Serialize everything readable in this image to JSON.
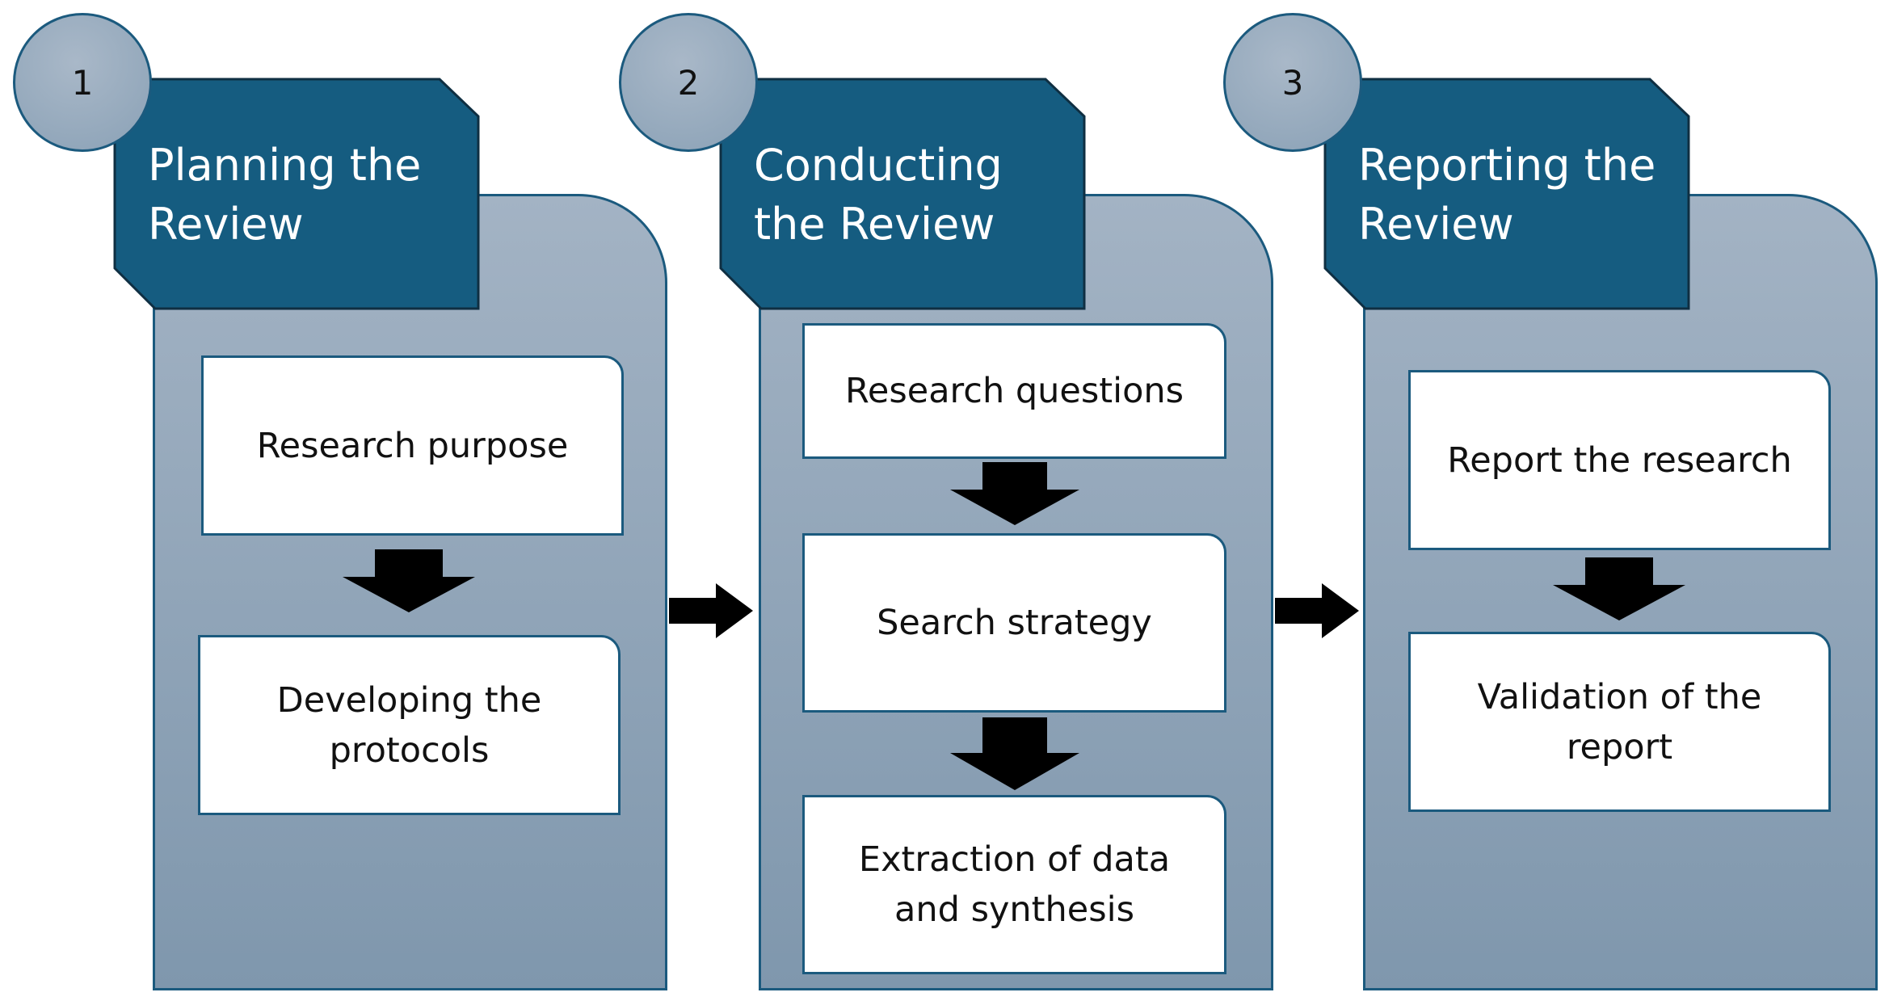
{
  "colors": {
    "header_fill": "#155c80",
    "header_border": "#0f2f42",
    "panel_top": "#a3b3c4",
    "panel_bottom": "#7f97ad",
    "box_border": "#1b5a7e",
    "arrow": "#000000"
  },
  "phases": [
    {
      "number": "1",
      "title": "Planning the\nReview",
      "steps": [
        "Research purpose",
        "Developing the\nprotocols"
      ]
    },
    {
      "number": "2",
      "title": "Conducting\nthe Review",
      "steps": [
        "Research questions",
        "Search strategy",
        "Extraction of data\nand synthesis"
      ]
    },
    {
      "number": "3",
      "title": "Reporting the\nReview",
      "steps": [
        "Report the research",
        "Validation of the\nreport"
      ]
    }
  ]
}
